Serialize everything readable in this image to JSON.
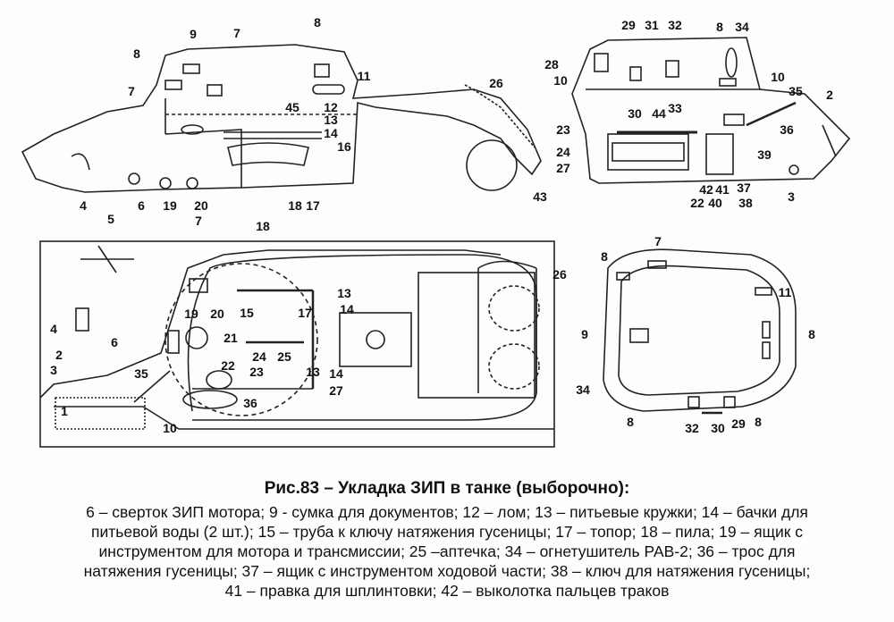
{
  "figure": {
    "title": "Рис.83 – Укладка ЗИП в танке (выборочно):",
    "legend_lines": [
      "6 – сверток ЗИП мотора; 9 - сумка для документов; 12 – лом; 13 – питьевые кружки; 14 – бачки для",
      "питьевой воды (2 шт.); 15 – труба к ключу натяжения гусеницы; 17 – топор; 18 – пила; 19 – ящик с",
      "инструментом для мотора и трансмиссии; 25 –аптечка; 34 – огнетушитель РАВ-2; 36 – трос для",
      "натяжения гусеницы; 37 – ящик с инструментом ходовой части; 38 – ключ для натяжения гусеницы;",
      "41 – правка для шплинтовки; 42 – выколотка пальцев траков"
    ]
  },
  "views": {
    "side": [
      "9",
      "7",
      "8",
      "8",
      "11",
      "7",
      "12",
      "45",
      "13",
      "14",
      "16",
      "4",
      "6",
      "19",
      "20",
      "18",
      "17",
      "26",
      "43"
    ],
    "section": [
      "29",
      "31",
      "32",
      "8",
      "34",
      "28",
      "10",
      "30",
      "44",
      "33",
      "10",
      "35",
      "2",
      "36",
      "23",
      "24",
      "27",
      "39",
      "37",
      "42",
      "41",
      "22",
      "40",
      "38",
      "3"
    ],
    "plan": [
      "7",
      "5",
      "18",
      "13",
      "15",
      "17",
      "14",
      "4",
      "19",
      "20",
      "21",
      "6",
      "2",
      "3",
      "35",
      "24",
      "25",
      "22",
      "23",
      "13",
      "14",
      "27",
      "1",
      "36",
      "10",
      "26"
    ],
    "turret": [
      "8",
      "7",
      "11",
      "9",
      "8",
      "34",
      "8",
      "32",
      "30",
      "29",
      "8"
    ]
  }
}
